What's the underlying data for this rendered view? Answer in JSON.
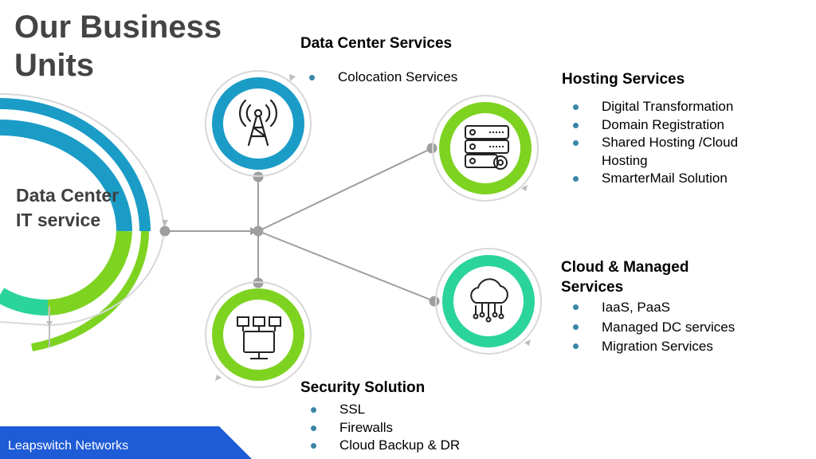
{
  "title": "Our Business Units",
  "hub": {
    "label": "Data Center IT service"
  },
  "units": [
    {
      "heading": "Data Center Services",
      "items": [
        "Colocation Services"
      ],
      "icon": "transmission-tower-icon"
    },
    {
      "heading": "Hosting Services",
      "items": [
        "Digital  Transformation",
        "Domain Registration",
        "Shared Hosting /Cloud Hosting",
        "SmarterMail Solution"
      ],
      "icon": "server-gear-icon"
    },
    {
      "heading": "Cloud & Managed Services",
      "items": [
        "IaaS, PaaS",
        "Managed DC services",
        "Migration Services"
      ],
      "icon": "cloud-network-icon"
    },
    {
      "heading": "Security Solution",
      "items": [
        "SSL",
        "Firewalls",
        "Cloud Backup & DR"
      ],
      "icon": "monitor-network-icon"
    }
  ],
  "footer": {
    "label": "Leapswitch Networks"
  },
  "colors": {
    "teal": "#1a9cc7",
    "green": "#7ed321",
    "sea_green": "#2ad49a",
    "connector_gray": "#9e9e9e",
    "bullet": "#3a86a8",
    "footer_blue": "#1e5bd6",
    "title_gray": "#444444"
  }
}
